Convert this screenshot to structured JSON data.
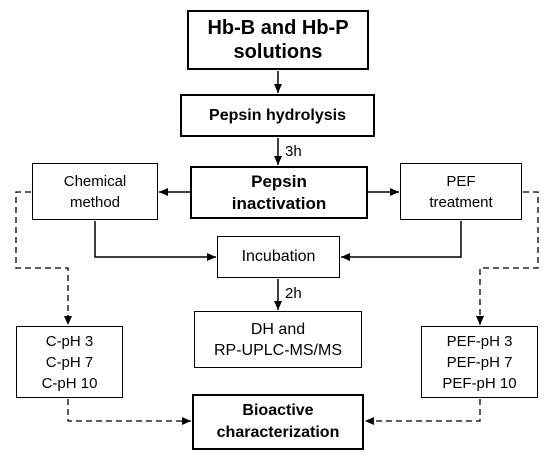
{
  "boxes": {
    "hb_solutions": {
      "lines": [
        "Hb-B and Hb-P",
        "solutions"
      ]
    },
    "pepsin_hydrolysis": {
      "lines": [
        "Pepsin hydrolysis"
      ]
    },
    "pepsin_inactivation": {
      "lines": [
        "Pepsin",
        "inactivation"
      ]
    },
    "chemical_method": {
      "lines": [
        "Chemical",
        "method"
      ]
    },
    "pef_treatment": {
      "lines": [
        "PEF",
        "treatment"
      ]
    },
    "incubation": {
      "lines": [
        "Incubation"
      ]
    },
    "dh_analysis": {
      "lines": [
        "DH and",
        "RP-UPLC-MS/MS"
      ]
    },
    "c_ph_samples": {
      "lines": [
        "C-pH 3",
        "C-pH 7",
        "C-pH 10"
      ]
    },
    "pef_ph_samples": {
      "lines": [
        "PEF-pH 3",
        "PEF-pH 7",
        "PEF-pH 10"
      ]
    },
    "bioactive": {
      "lines": [
        "Bioactive",
        "characterization"
      ]
    }
  },
  "edge_labels": {
    "hydrolysis_time": "3h",
    "incubation_time": "2h"
  }
}
